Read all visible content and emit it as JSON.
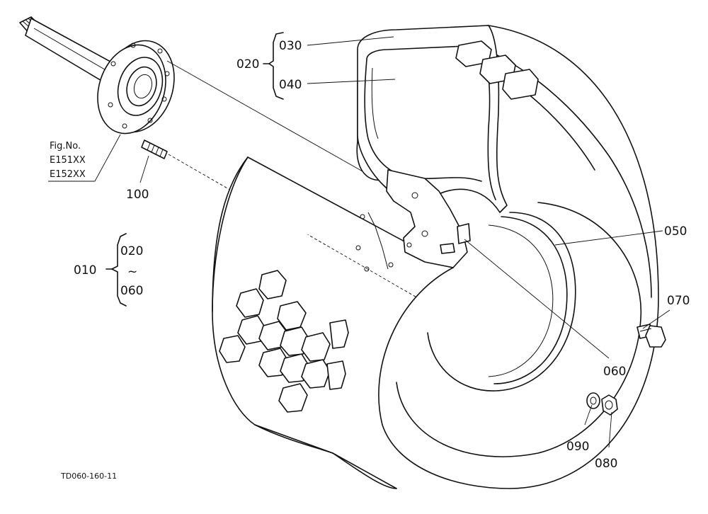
{
  "callouts": {
    "p010": "010",
    "p020": "020",
    "p030": "030",
    "p040": "040",
    "p050": "050",
    "p060": "060",
    "p070": "070",
    "p080": "080",
    "p090": "090",
    "p100": "100",
    "g010_from": "020",
    "g010_tilde": "~",
    "g010_to": "060"
  },
  "fig_ref": {
    "title": "Fig.No.",
    "line1": "E151XX",
    "line2": "E152XX"
  },
  "drawing_code": "TD060-160-11"
}
